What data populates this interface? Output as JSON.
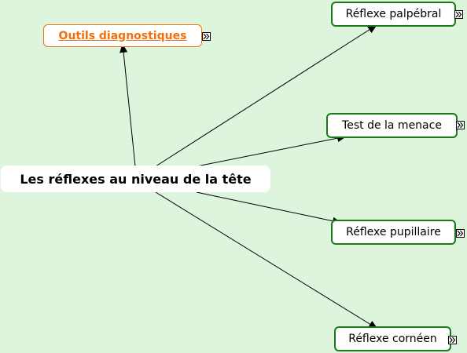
{
  "root": {
    "label": "Les réflexes au niveau de la tête"
  },
  "link": {
    "label": "Outils diagnostiques"
  },
  "children": [
    {
      "label": "Réflexe palpébral"
    },
    {
      "label": "Test de la menace"
    },
    {
      "label": "Réflexe pupillaire"
    },
    {
      "label": "Réflexe cornéen"
    }
  ],
  "colors": {
    "background": "#dcf5dc",
    "node_border": "#1a7a1a",
    "link_text": "#f07010",
    "connector": "#000000"
  },
  "icons": {
    "expand": "expand-arrows-icon"
  }
}
